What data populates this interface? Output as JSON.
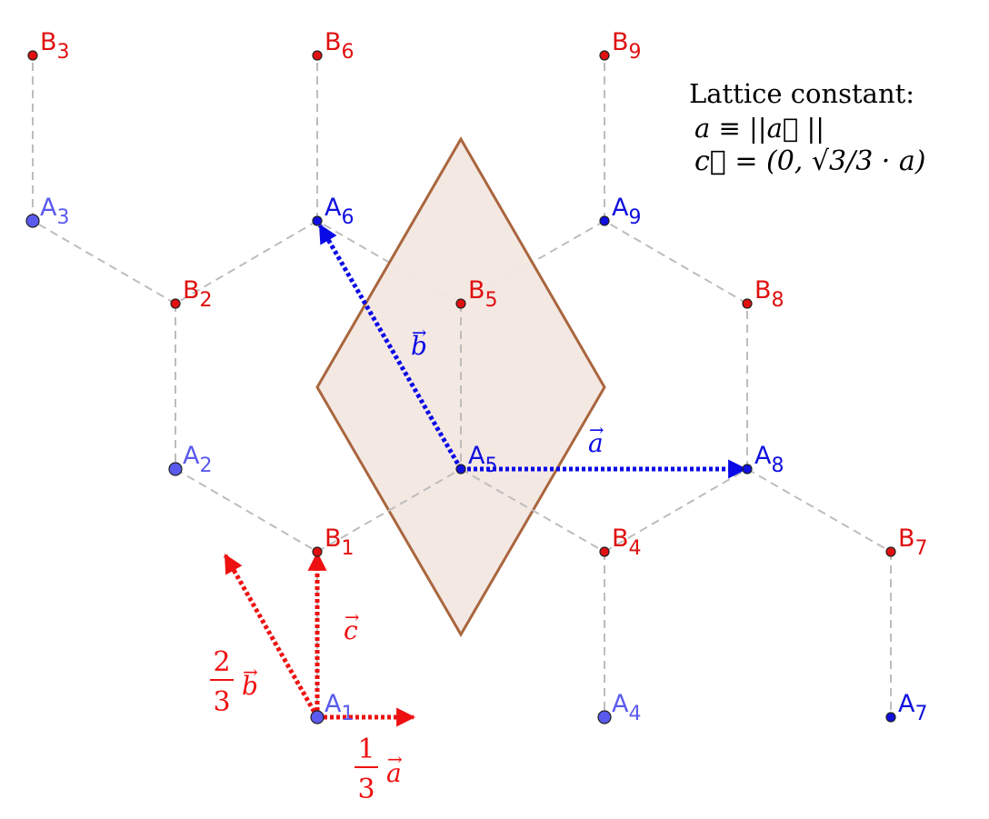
{
  "colors": {
    "lattice_A_dark": "#1010e0",
    "lattice_A_light": "#5a5aee",
    "lattice_B": "#e01010",
    "vector_blue": "#0a0ae6",
    "vector_red": "#ee1111",
    "bond": "#bdbdbd",
    "cell_fill": "#f3e7e2",
    "cell_stroke": "#a9663e",
    "text": "#000000"
  },
  "nodes": [
    {
      "id": "A1",
      "letter": "A",
      "sub": "1",
      "kind": "A-light"
    },
    {
      "id": "A2",
      "letter": "A",
      "sub": "2",
      "kind": "A-light"
    },
    {
      "id": "A3",
      "letter": "A",
      "sub": "3",
      "kind": "A-light"
    },
    {
      "id": "A4",
      "letter": "A",
      "sub": "4",
      "kind": "A-light"
    },
    {
      "id": "A5",
      "letter": "A",
      "sub": "5",
      "kind": "A-dark"
    },
    {
      "id": "A6",
      "letter": "A",
      "sub": "6",
      "kind": "A-dark"
    },
    {
      "id": "A7",
      "letter": "A",
      "sub": "7",
      "kind": "A-dark"
    },
    {
      "id": "A8",
      "letter": "A",
      "sub": "8",
      "kind": "A-dark"
    },
    {
      "id": "A9",
      "letter": "A",
      "sub": "9",
      "kind": "A-dark"
    },
    {
      "id": "B1",
      "letter": "B",
      "sub": "1",
      "kind": "B"
    },
    {
      "id": "B2",
      "letter": "B",
      "sub": "2",
      "kind": "B"
    },
    {
      "id": "B3",
      "letter": "B",
      "sub": "3",
      "kind": "B"
    },
    {
      "id": "B4",
      "letter": "B",
      "sub": "4",
      "kind": "B"
    },
    {
      "id": "B5",
      "letter": "B",
      "sub": "5",
      "kind": "B"
    },
    {
      "id": "B6",
      "letter": "B",
      "sub": "6",
      "kind": "B"
    },
    {
      "id": "B7",
      "letter": "B",
      "sub": "7",
      "kind": "B"
    },
    {
      "id": "B8",
      "letter": "B",
      "sub": "8",
      "kind": "B"
    },
    {
      "id": "B9",
      "letter": "B",
      "sub": "9",
      "kind": "B"
    }
  ],
  "bonds": [
    [
      "A1",
      "B1"
    ],
    [
      "B1",
      "A5"
    ],
    [
      "A5",
      "B4"
    ],
    [
      "B4",
      "A4"
    ],
    [
      "B4",
      "A8"
    ],
    [
      "A8",
      "B7"
    ],
    [
      "B7",
      "A7"
    ],
    [
      "A8",
      "B8"
    ],
    [
      "B8",
      "A9"
    ],
    [
      "A9",
      "B9"
    ],
    [
      "A9",
      "B5"
    ],
    [
      "B5",
      "A5"
    ],
    [
      "B5",
      "A6"
    ],
    [
      "A6",
      "B6"
    ],
    [
      "A6",
      "B2"
    ],
    [
      "B2",
      "A2"
    ],
    [
      "A2",
      "B1"
    ],
    [
      "B2",
      "A3"
    ],
    [
      "A3",
      "B3"
    ]
  ],
  "vectors": [
    {
      "name": "a",
      "label": "a",
      "from": "A5",
      "to": "A8",
      "color": "blue"
    },
    {
      "name": "b",
      "label": "b",
      "from": "A5",
      "to": "A6",
      "color": "blue"
    },
    {
      "name": "c",
      "label": "c",
      "from": "A1",
      "to": "B1",
      "color": "red"
    },
    {
      "name": "one-third-a",
      "numerator": "1",
      "denominator": "3",
      "label": "a",
      "color": "red"
    },
    {
      "name": "two-thirds-b",
      "numerator": "2",
      "denominator": "3",
      "label": "b",
      "color": "red"
    }
  ],
  "legend": {
    "title": "Lattice constant:",
    "line1": "a ≡ ||a⃗ ||",
    "line2": "c⃗ = (0, √3/3 · a)"
  }
}
